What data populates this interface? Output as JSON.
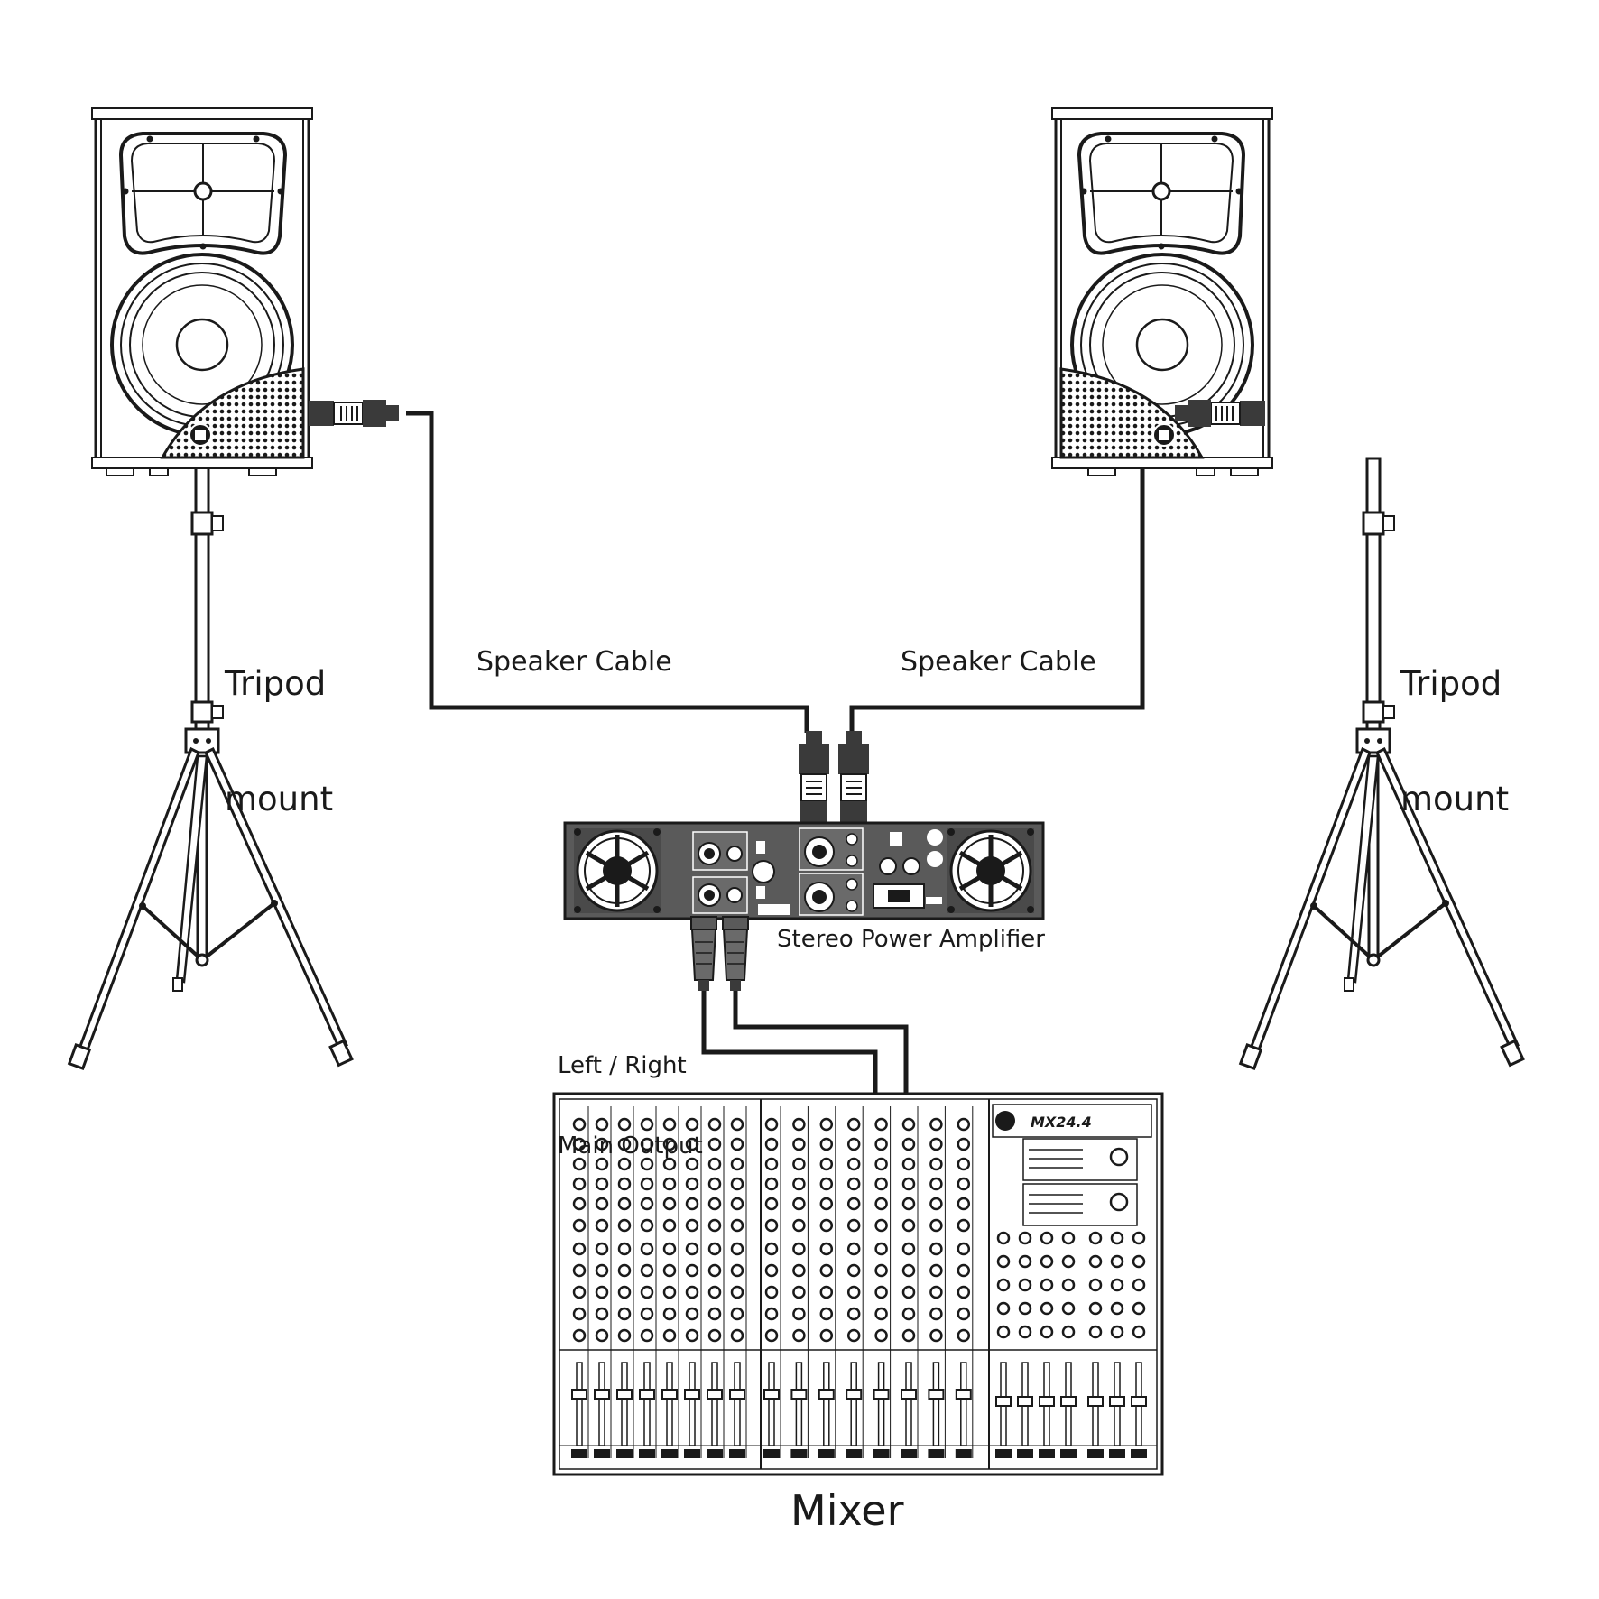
{
  "labels": {
    "tripod_left_line1": "Tripod",
    "tripod_left_line2": "mount",
    "tripod_right_line1": "Tripod",
    "tripod_right_line2": "mount",
    "speaker_cable_left": "Speaker Cable",
    "speaker_cable_right": "Speaker Cable",
    "amplifier": "Stereo Power Amplifier",
    "main_output_line1": "Left / Right",
    "main_output_line2": "Main Output",
    "mixer": "Mixer",
    "mixer_model": "MX24.4"
  },
  "colors": {
    "line": "#1a1a1a",
    "amp_body": "#5a5a5a",
    "connector": "#3a3a3a"
  },
  "icons": {
    "speaker": "loudspeaker-icon",
    "tripod": "tripod-stand-icon",
    "amplifier": "power-amplifier-icon",
    "mixer": "mixing-console-icon"
  }
}
